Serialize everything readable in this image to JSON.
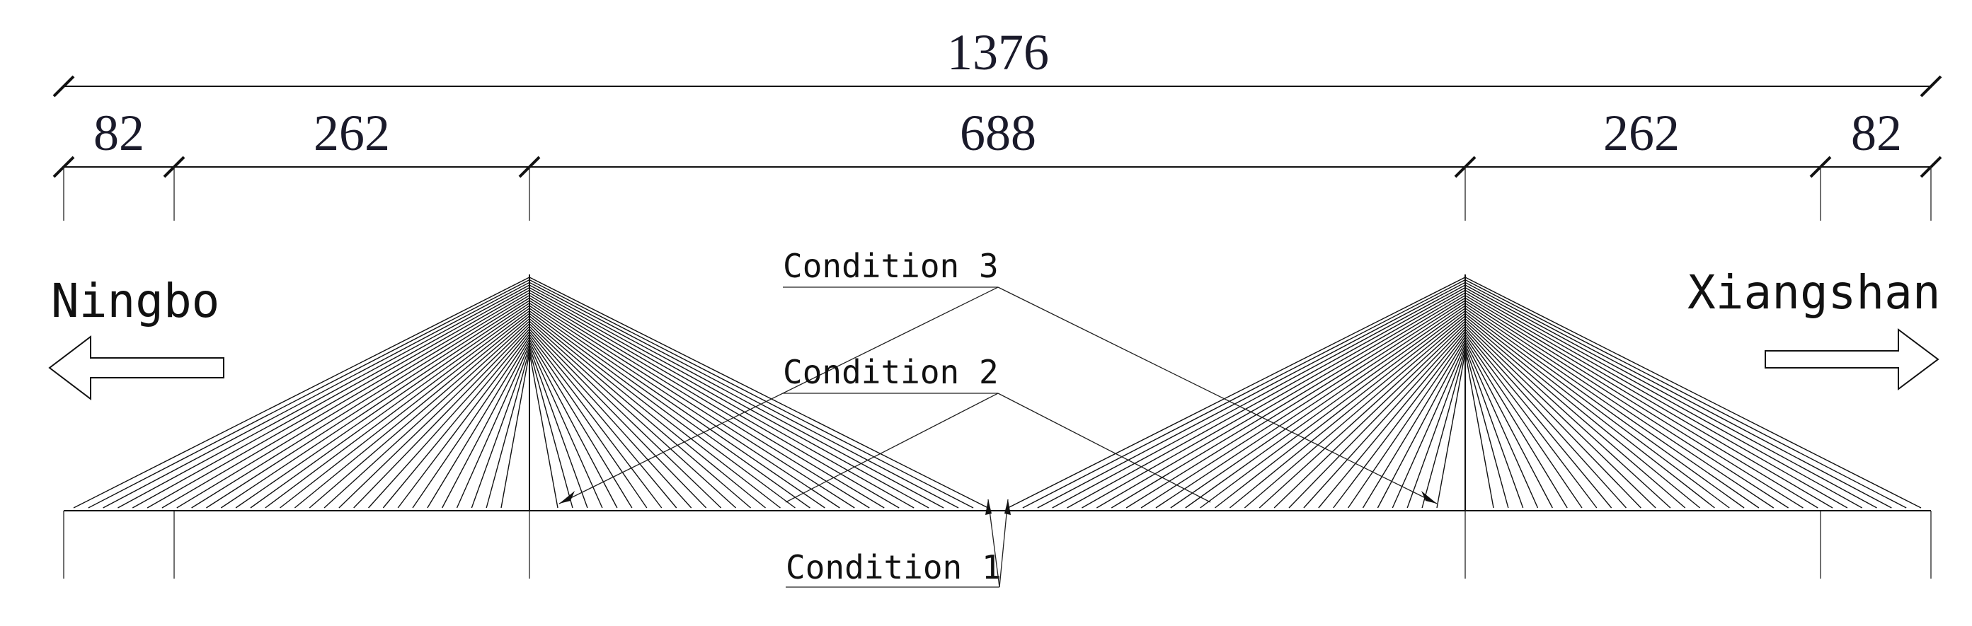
{
  "dimensions": {
    "total": "1376",
    "spans": [
      "82",
      "262",
      "688",
      "262",
      "82"
    ]
  },
  "cities": {
    "left": "Ningbo",
    "right": "Xiangshan"
  },
  "conditions": {
    "c3": "Condition 3",
    "c2": "Condition 2",
    "c1": "Condition 1"
  }
}
